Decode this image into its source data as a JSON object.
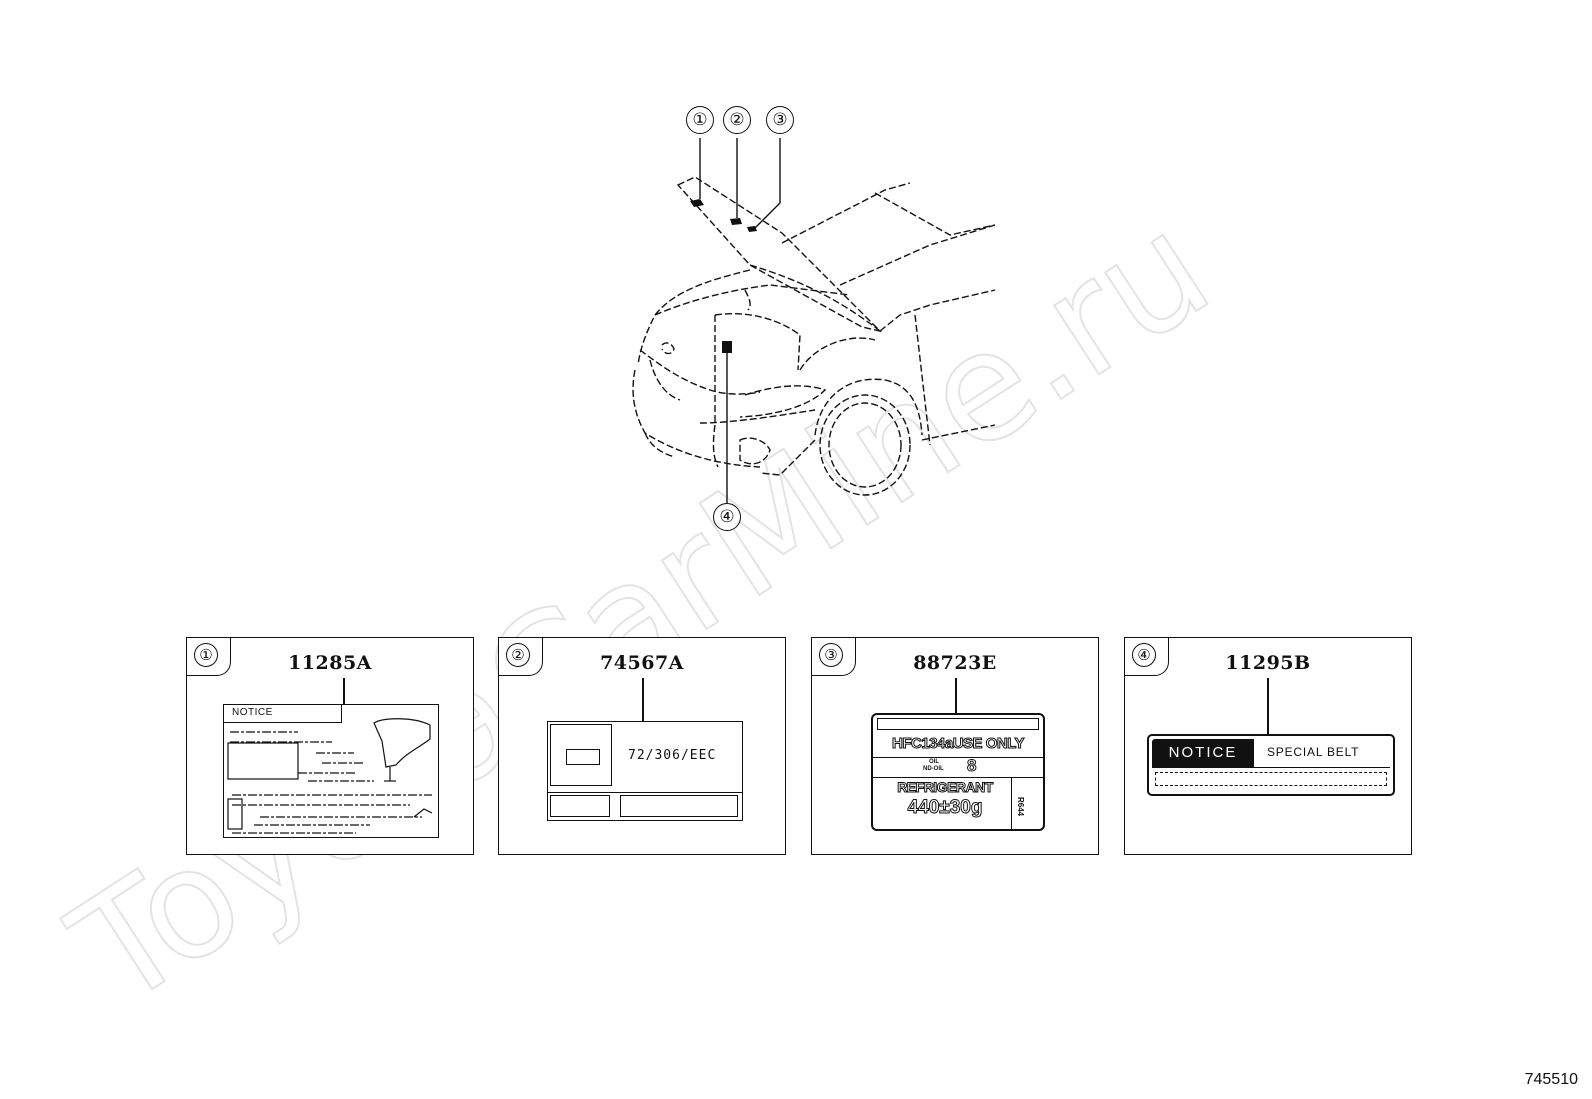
{
  "watermark": {
    "text": "ToyotaCarMine.ru"
  },
  "callouts": [
    "①",
    "②",
    "③",
    "④"
  ],
  "labels": [
    {
      "number": "①",
      "part_number": "11285A",
      "notice_text": "NOTICE"
    },
    {
      "number": "②",
      "part_number": "74567A",
      "directive_text": "72/306/EEC"
    },
    {
      "number": "③",
      "part_number": "88723E",
      "refrigerant_type": "HFC134aUSE ONLY",
      "oil_label_1": "OIL",
      "oil_label_2": "ND-OIL",
      "oil_grade": "8",
      "refrigerant_label": "REFRIGERANT",
      "refrigerant_amount": "440±30g",
      "side_code": "R644"
    },
    {
      "number": "④",
      "part_number": "11295B",
      "notice_text": "NOTICE",
      "belt_text": "SPECIAL BELT"
    }
  ],
  "footer": {
    "diagram_code": "745510"
  }
}
